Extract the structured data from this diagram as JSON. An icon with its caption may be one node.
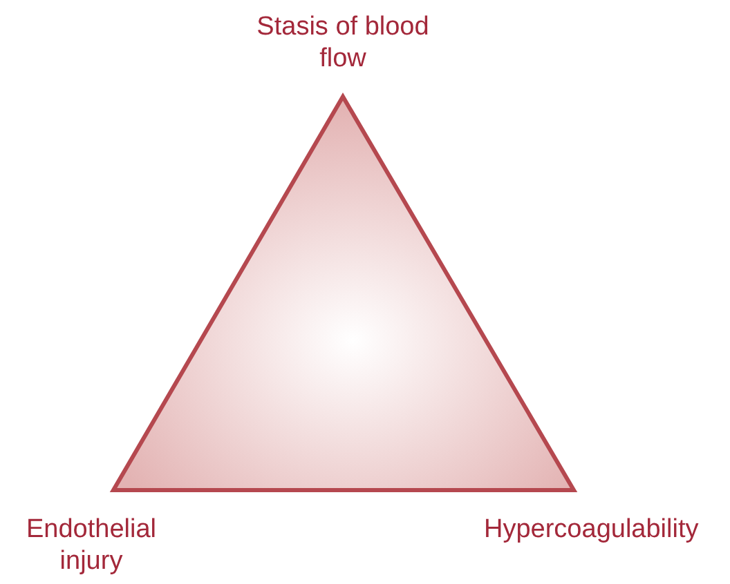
{
  "diagram": {
    "nodes": [
      {
        "text": [],
        "shape": "triangle",
        "beside": [
          "Stasis of blood flow",
          "Endothelial injury",
          "Hypercoagulability"
        ]
      }
    ]
  }
}
